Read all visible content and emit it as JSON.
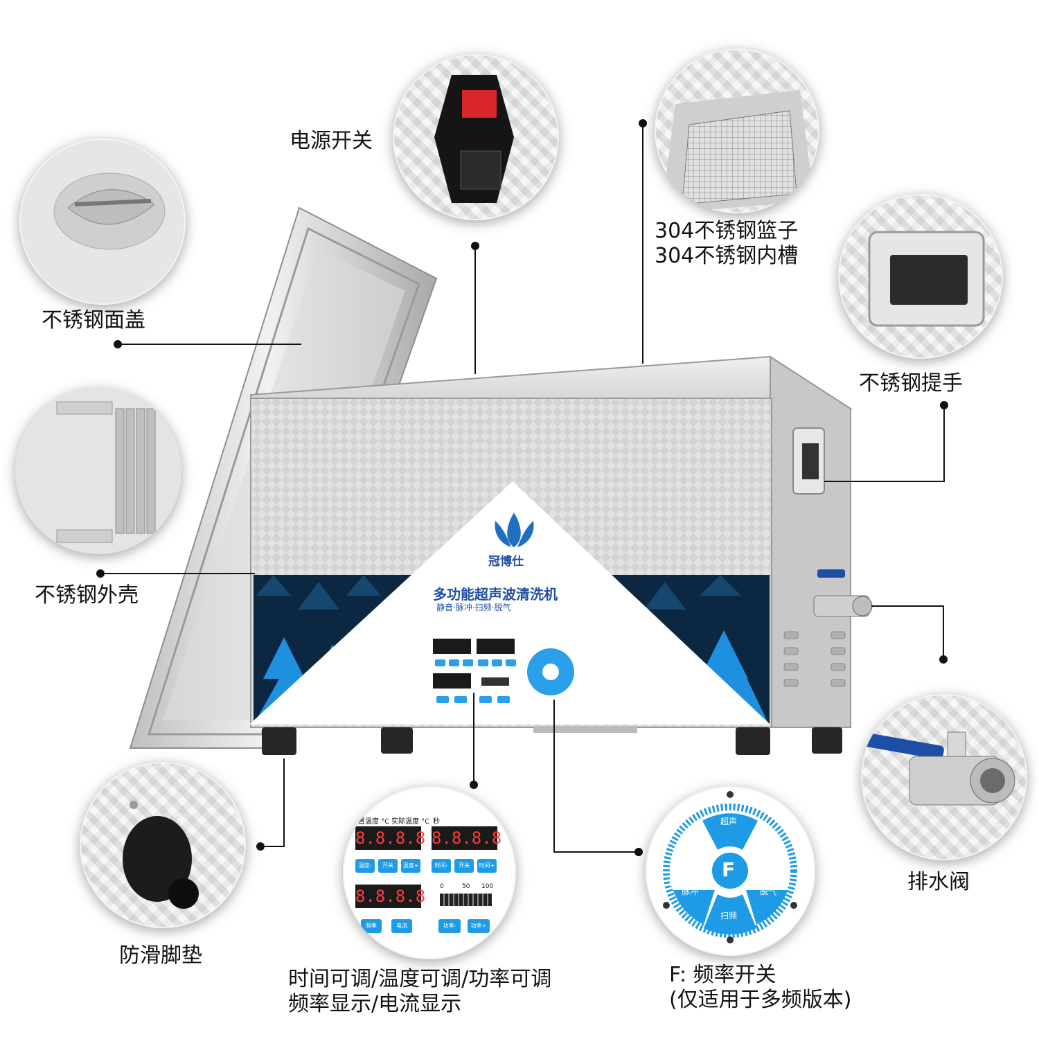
{
  "brand": {
    "name": "冠博仕",
    "product": "多功能超声波清洗机",
    "tagline": "静音·脉冲·扫频·脱气"
  },
  "callouts": {
    "lid": "不锈钢面盖",
    "power_switch": "电源开关",
    "basket": [
      "304不锈钢篮子",
      "304不锈钢内槽"
    ],
    "handle": "不锈钢提手",
    "shell": "不锈钢外壳",
    "drain": "排水阀",
    "feet": "防滑脚垫",
    "panel": [
      "时间可调/温度可调/功率可调",
      "频率显示/电流显示"
    ],
    "f_switch": [
      "F: 频率开关",
      "(仅适用于多频版本)"
    ]
  },
  "panel_zoom": {
    "set_temp_label": "设置温度 °C",
    "actual_temp_label": "实际温度 °C",
    "seconds_label": "秒",
    "display_digits": "8.8.8.8",
    "buttons": [
      "温度-",
      "开关",
      "温度+",
      "时间-",
      "开关",
      "时间+",
      "频率",
      "电流",
      "功率-",
      "功率+"
    ],
    "power_scale": [
      "0",
      "50",
      "100"
    ]
  },
  "f_dial": {
    "center": "F",
    "top": "超声",
    "left": "脉冲",
    "right": "脱气",
    "bottom": "扫频"
  },
  "colors": {
    "accent_blue": "#1e9be6",
    "dark_navy": "#0a2540",
    "steel": "#d7d7d7"
  }
}
